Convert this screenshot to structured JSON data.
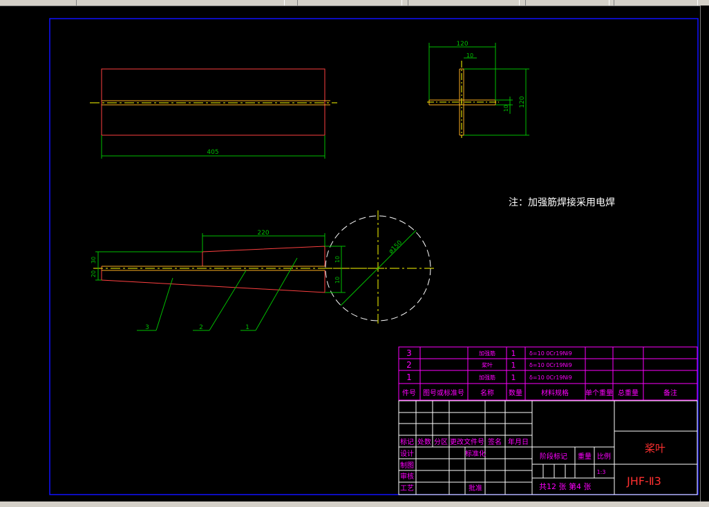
{
  "drawing": {
    "view_top": {
      "dim_length": "405"
    },
    "view_side": {
      "dim_width": "120",
      "dim_thickness": "10",
      "dim_height": "120",
      "dim_thickness_v": "10"
    },
    "view_bottom": {
      "dim_top": "220",
      "dim_left_a": "30",
      "dim_left_b": "20",
      "dim_right_a": "10",
      "dim_right_b": "10",
      "circle_dia": "ø150",
      "leaders": [
        "3",
        "2",
        "1"
      ]
    },
    "note": "注：加强筋焊接采用电焊"
  },
  "bom": {
    "rows": [
      {
        "no": "3",
        "name": "加强筋",
        "qty": "1",
        "material": "δ=10  0Cr19Ni9"
      },
      {
        "no": "2",
        "name": "桨叶",
        "qty": "1",
        "material": "δ=10  0Cr19Ni9"
      },
      {
        "no": "1",
        "name": "加强筋",
        "qty": "1",
        "material": "δ=10  0Cr19Ni9"
      }
    ],
    "header": [
      "件号",
      "图号或标准号",
      "名称",
      "数量",
      "材料规格",
      "单个重量",
      "总重量",
      "备注"
    ]
  },
  "title_block": {
    "rev_headers": [
      "标记",
      "处数",
      "分区",
      "更改文件号",
      "签名",
      "年月日"
    ],
    "design": "设计",
    "std_review": "标准化",
    "draw": "制图",
    "check": "审核",
    "process": "工艺",
    "approve": "批准",
    "stage": "阶段标记",
    "weight": "重量",
    "scale": "比例",
    "scale_val": "1:3",
    "sheets": "共12 张   第4 张",
    "part_name": "桨叶",
    "code": "JHF-Ⅱ3"
  },
  "colors": {
    "border": "#1010ff",
    "outline": "#ff4040",
    "dim": "#00c000",
    "center": "#ffff00",
    "magenta": "#ff00ff",
    "white": "#ffffff",
    "table": "#ffffff",
    "red": "#ff3030"
  }
}
